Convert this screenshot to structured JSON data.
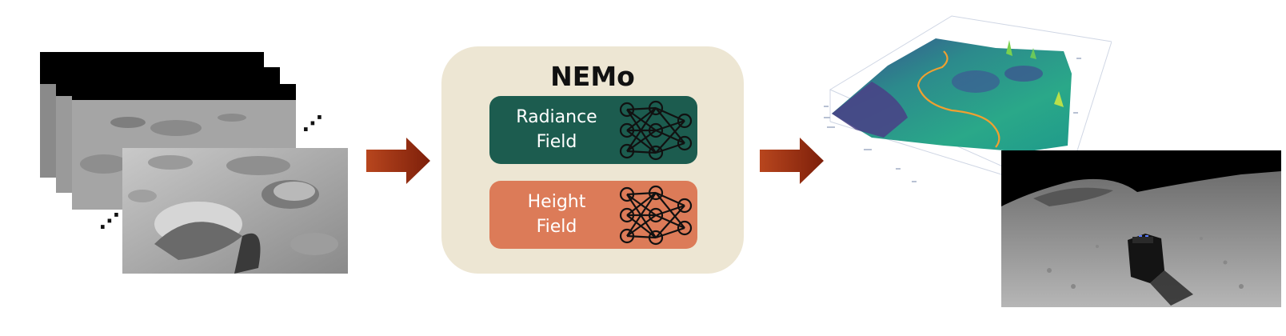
{
  "nemo": {
    "title": "NEMo",
    "radiance_field": {
      "line1": "Radiance",
      "line2": "Field"
    },
    "height_field": {
      "line1": "Height",
      "line2": "Field"
    }
  },
  "input_images": {
    "ellipsis_right": "⋰",
    "ellipsis_bottom": "⋰"
  },
  "colors": {
    "nemo_box": "#ede6d3",
    "radiance_field": "#1c5c4f",
    "height_field": "#dc7b58",
    "arrow": "#8f2a10",
    "path": "#f0a030"
  },
  "icons": {
    "network": "neural-network-icon",
    "arrow": "right-arrow-icon"
  }
}
